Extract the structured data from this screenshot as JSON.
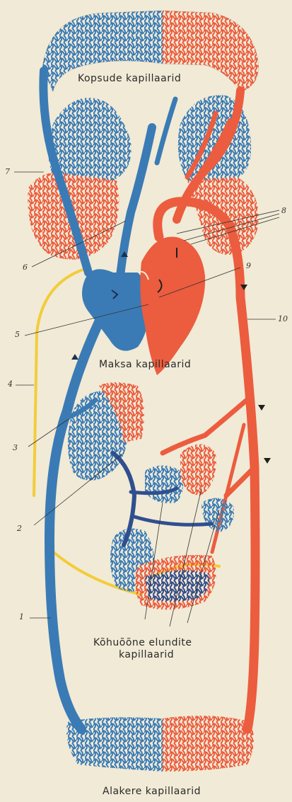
{
  "labels": {
    "lung": "Kopsude  kapillaarid",
    "liver": "Maksa  kapillaarid",
    "abdominal_line1": "Kõhuõõne  elundite",
    "abdominal_line2": "kapillaarid",
    "lower_body": "Alakere  kapillaarid"
  },
  "numbers": {
    "n1": "1",
    "n2": "2",
    "n3": "3",
    "n4": "4",
    "n5": "5",
    "n6": "6",
    "n7": "7",
    "n8": "8",
    "n9": "9",
    "n10": "10"
  },
  "colors": {
    "venous": "#3a7bb5",
    "arterial": "#ec5c3e",
    "portal": "#2f4f8f",
    "lymph": "#f2cc3c",
    "background": "#f1ead6"
  }
}
